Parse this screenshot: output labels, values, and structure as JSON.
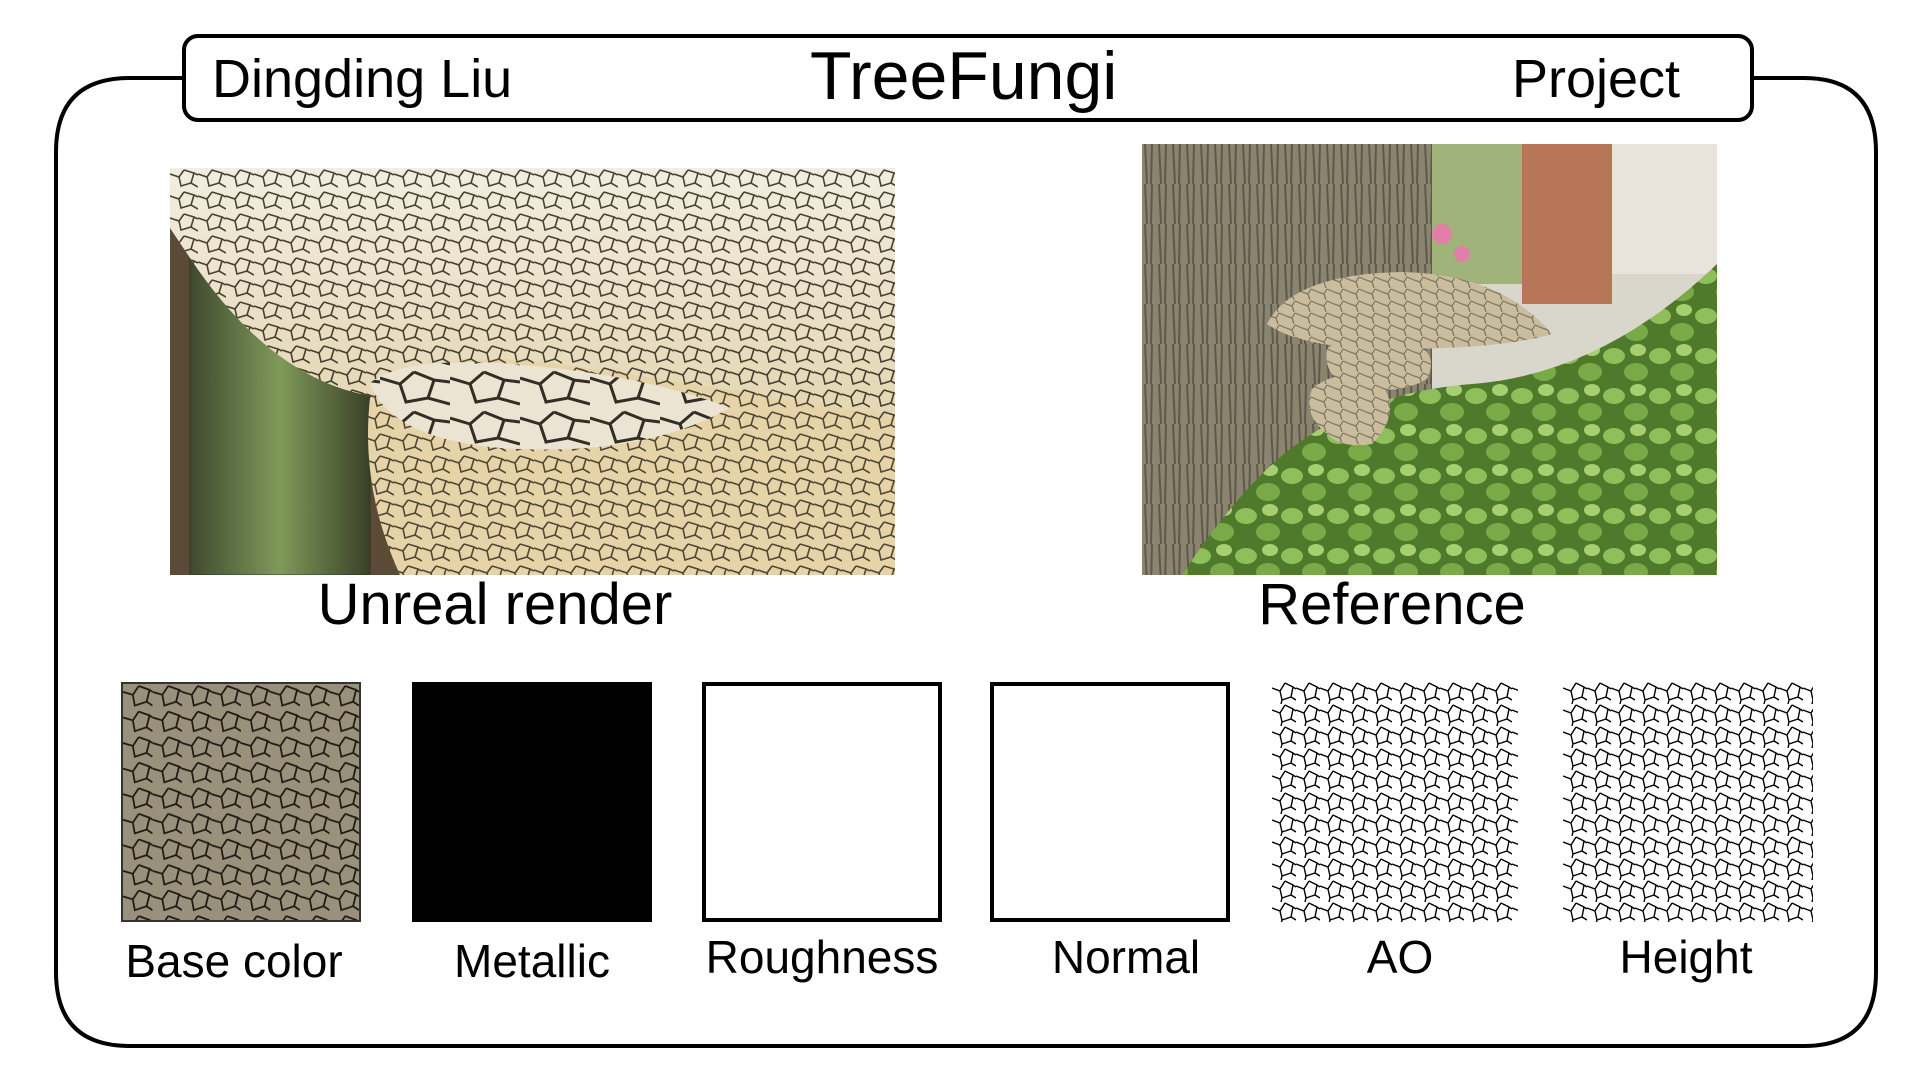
{
  "header": {
    "author": "Dingding Liu",
    "title": "TreeFungi",
    "project_label": "Project"
  },
  "main": {
    "render_caption": "Unreal render",
    "reference_caption": "Reference"
  },
  "texture_maps": [
    {
      "label": "Base color"
    },
    {
      "label": "Metallic"
    },
    {
      "label": "Roughness"
    },
    {
      "label": "Normal"
    },
    {
      "label": "AO"
    },
    {
      "label": "Height"
    }
  ],
  "colors": {
    "ink": "#000000",
    "background": "#ffffff",
    "fungus_cream": "#e8dcc0",
    "bark": "#6b6150",
    "ivy_green": "#5f8a3a"
  }
}
